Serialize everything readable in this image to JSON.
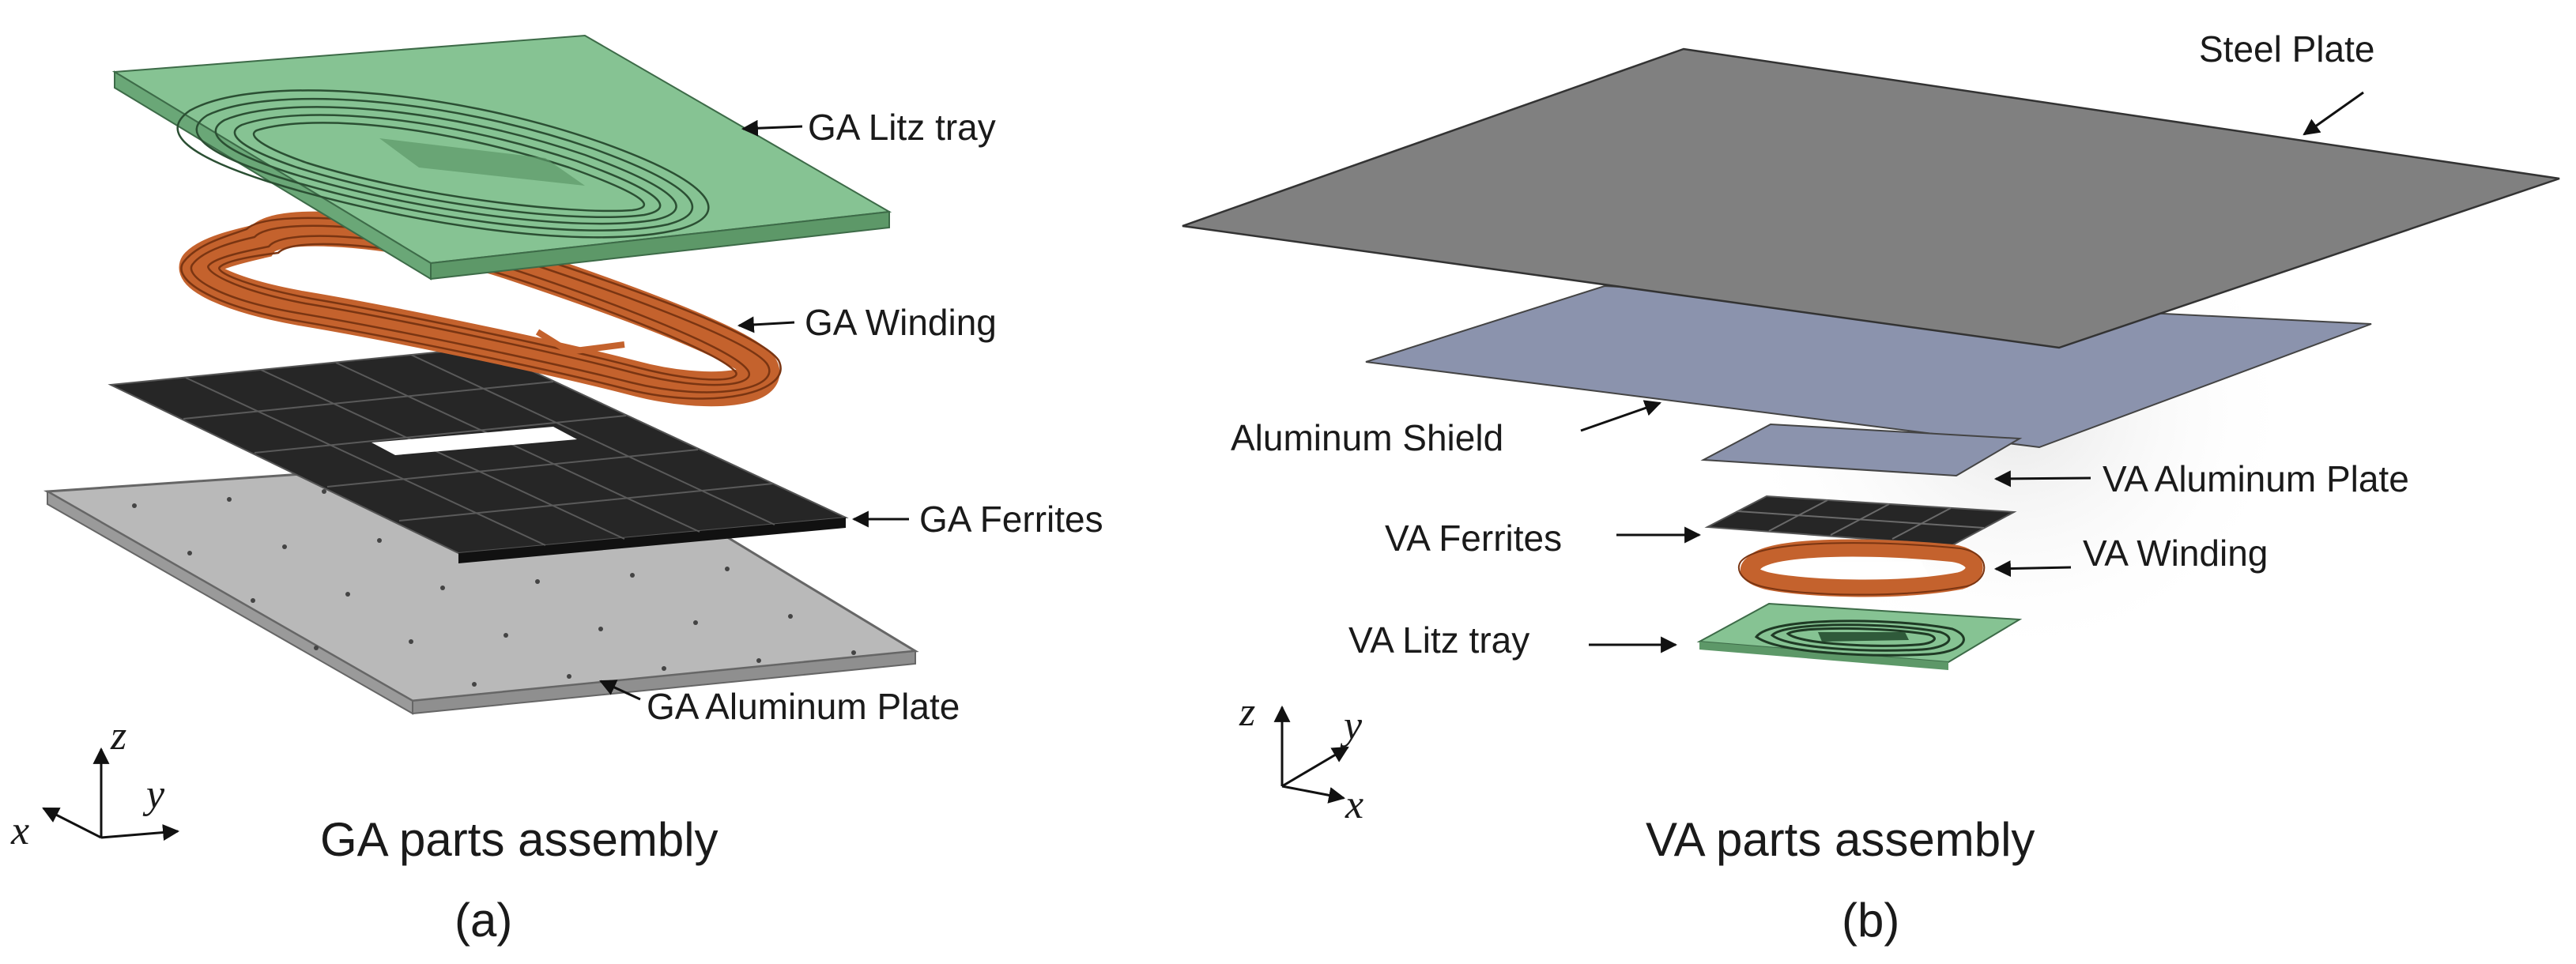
{
  "panel_a": {
    "labels": {
      "litz_tray": "GA Litz tray",
      "winding": "GA Winding",
      "ferrites": "GA Ferrites",
      "aluminum_plate": "GA Aluminum Plate"
    },
    "caption": "GA parts assembly",
    "panel_label": "(a)",
    "axes": {
      "x": "x",
      "y": "y",
      "z": "z"
    }
  },
  "panel_b": {
    "labels": {
      "steel_plate": "Steel Plate",
      "aluminum_shield": "Aluminum  Shield",
      "aluminum_plate": "VA Aluminum  Plate",
      "ferrites": "VA Ferrites",
      "winding": "VA Winding",
      "litz_tray": "VA Litz tray"
    },
    "caption": "VA parts assembly",
    "panel_label": "(b)",
    "axes": {
      "x": "x",
      "y": "y",
      "z": "z"
    }
  },
  "colors": {
    "tray_green": "#86c393",
    "copper": "#c4622d",
    "ferrite": "#262626",
    "aluminum": "#b9b9b9",
    "steel": "#808080",
    "shield": "#8b93ad"
  }
}
